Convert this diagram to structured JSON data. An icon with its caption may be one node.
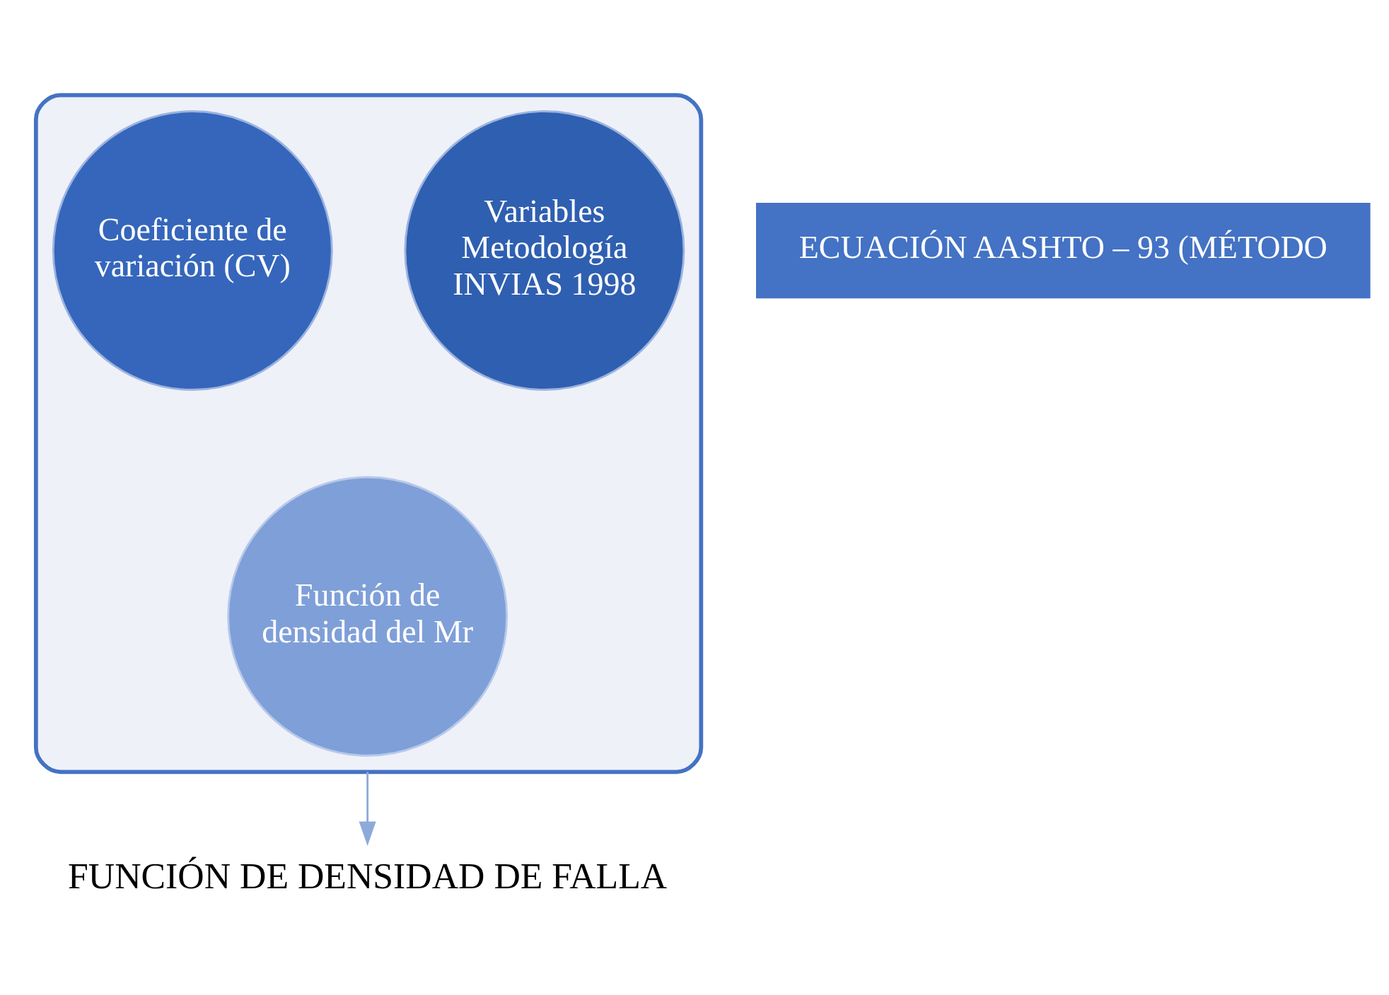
{
  "diagram": {
    "nodes": [
      {
        "text": [],
        "shape": "funnel"
      },
      {
        "text": [
          "Variables Metodología INVIAS 1998"
        ],
        "in": 0
      },
      {
        "text": [
          "Coeficiente de variación (CV)"
        ],
        "in": 0
      },
      {
        "text": [
          "Función de densidad del Mr"
        ],
        "in": 0
      },
      {
        "text": [
          "ECUACIÓN AASHTO – 93 (MÉTODO"
        ]
      },
      {
        "text": [
          "FUNCIÓN DE DENSIDAD DE FALLA"
        ]
      }
    ],
    "edges": [
      {
        "from": 0,
        "to": 5,
        "arrow": "to"
      }
    ]
  }
}
